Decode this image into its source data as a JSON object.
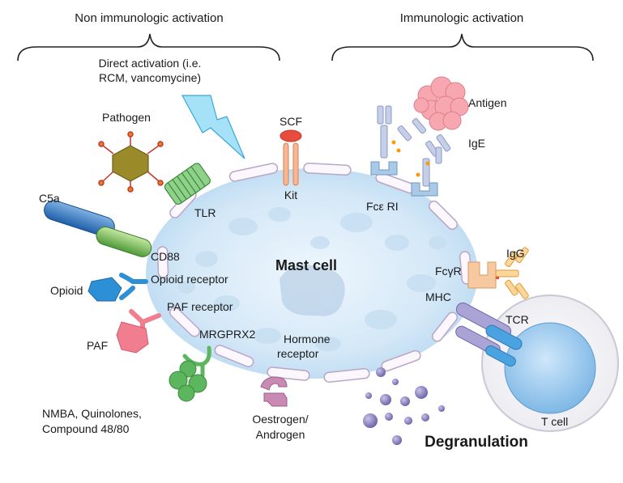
{
  "headers": {
    "non_immunologic": "Non immunologic activation",
    "immunologic": "Immunologic activation"
  },
  "labels": {
    "direct_activation_line1": "Direct activation (i.e.",
    "direct_activation_line2": "RCM, vancomycine)",
    "pathogen": "Pathogen",
    "scf": "SCF",
    "kit": "Kit",
    "tlr": "TLR",
    "c5a": "C5a",
    "cd88": "CD88",
    "opioid": "Opioid",
    "opioid_receptor": "Opioid receptor",
    "paf_receptor": "PAF receptor",
    "paf": "PAF",
    "mrgprx2": "MRGPRX2",
    "hormone_receptor_line1": "Hormone",
    "hormone_receptor_line2": "receptor",
    "nmba_line1": "NMBA, Quinolones,",
    "nmba_line2": "Compound 48/80",
    "oestrogen_line1": "Oestrogen/",
    "oestrogen_line2": "Androgen",
    "mast_cell": "Mast cell",
    "antigen": "Antigen",
    "ige": "IgE",
    "fce_ri": "Fcε RI",
    "igg": "IgG",
    "fcgr": "FcγR",
    "mhc": "MHC",
    "tcr": "TCR",
    "t_cell": "T cell",
    "degranulation": "Degranulation"
  },
  "colors": {
    "cell_fill": "#d6e9f8",
    "membrane": "#c9b8d4",
    "granules": "#8d86c0",
    "igg_color": "#f0b25a",
    "ige_color": "#a9b8d8",
    "antigen_color": "#f7a7b0"
  }
}
